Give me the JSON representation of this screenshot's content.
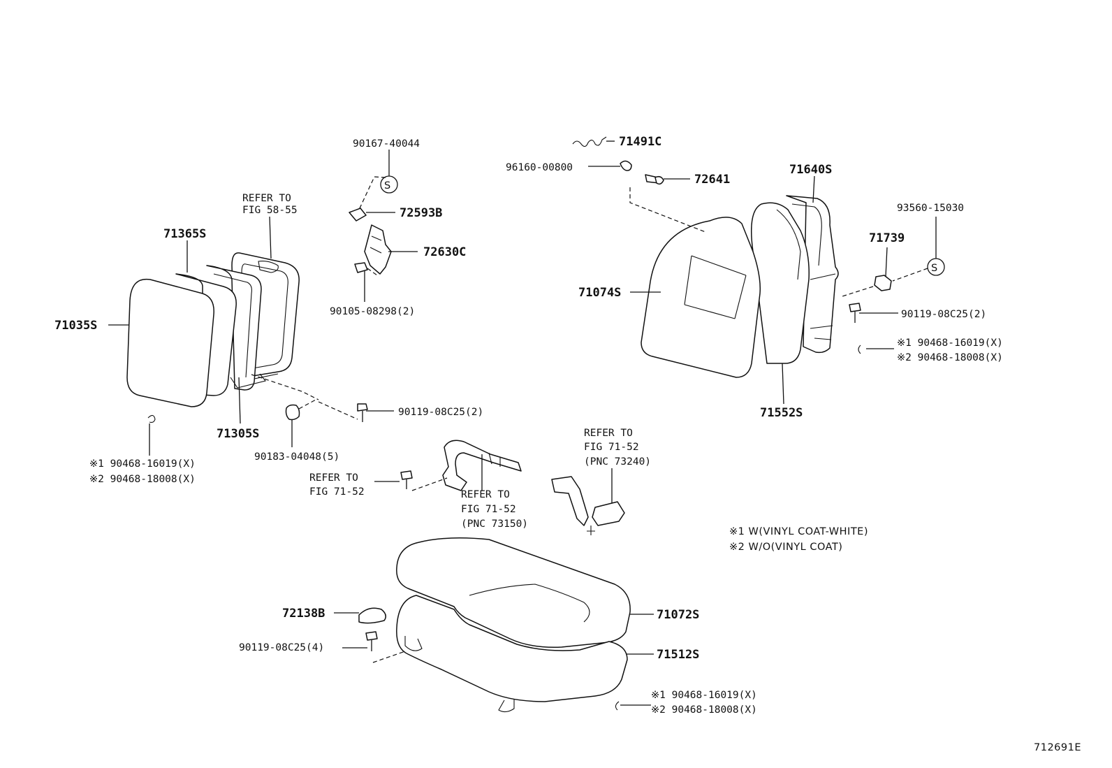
{
  "drawing_id": "712691E",
  "labels": {
    "p90167_40044": "90167-40044",
    "p72593b": "72593B",
    "p72630c": "72630C",
    "p90105_08298": "90105-08298(2)",
    "refer_fig58_55_l1": "REFER TO",
    "refer_fig58_55_l2": "FIG 58-55",
    "p71365s": "71365S",
    "p71035s": "71035S",
    "p71305s": "71305S",
    "p90183_04048": "90183-04048(5)",
    "p90119_08c25_a": "90119-08C25(2)",
    "left_note1": "※1 90468-16019(X)",
    "left_note2": "※2 90468-18008(X)",
    "p71491c": "71491C",
    "p96160_00800": "96160-00800",
    "p72641": "72641",
    "p71640s": "71640S",
    "p93560_15030": "93560-15030",
    "p71739": "71739",
    "p71074s": "71074S",
    "p90119_08c25_b": "90119-08C25(2)",
    "right_note1": "※1 90468-16019(X)",
    "right_note2": "※2 90468-18008(X)",
    "p71552s": "71552S",
    "refer_bolt_l1": "REFER TO",
    "refer_bolt_l2": "FIG 71-52",
    "refer_73150_l1": "REFER TO",
    "refer_73150_l2": "FIG 71-52",
    "refer_73150_l3": "(PNC 73150)",
    "refer_73240_l1": "REFER TO",
    "refer_73240_l2": "FIG 71-52",
    "refer_73240_l3": "(PNC 73240)",
    "legend1": "※1 W(VINYL COAT-WHITE)",
    "legend2": "※2 W/O(VINYL COAT)",
    "p72138b": "72138B",
    "p90119_08c25_c": "90119-08C25(4)",
    "p71072s": "71072S",
    "p71512s": "71512S",
    "bottom_note1": "※1 90468-16019(X)",
    "bottom_note2": "※2 90468-18008(X)",
    "s_mark": "S"
  }
}
